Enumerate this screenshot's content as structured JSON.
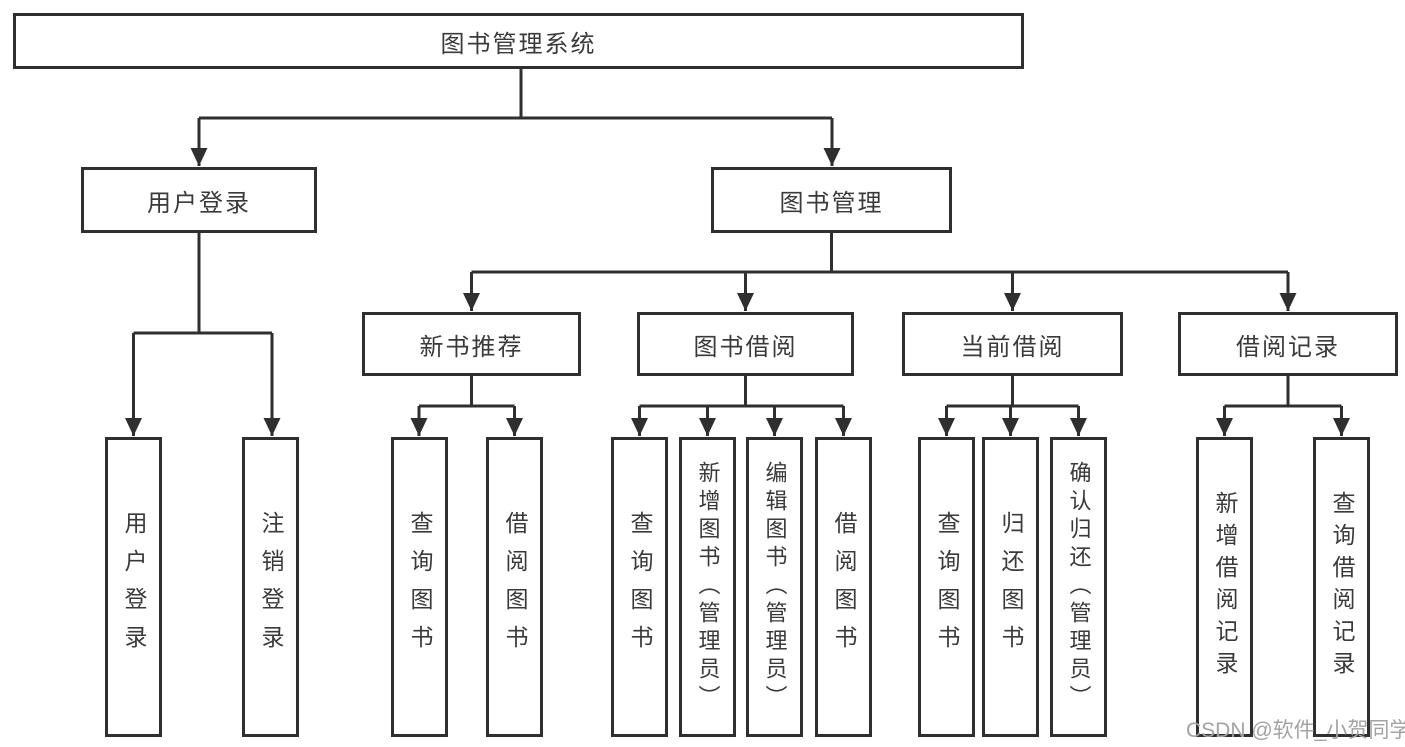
{
  "diagram": {
    "root": {
      "label": "图书管理系统"
    },
    "level2": [
      {
        "label": "用户登录",
        "parent": "图书管理系统"
      },
      {
        "label": "图书管理",
        "parent": "图书管理系统"
      }
    ],
    "level3": [
      {
        "label": "新书推荐",
        "parent": "图书管理"
      },
      {
        "label": "图书借阅",
        "parent": "图书管理"
      },
      {
        "label": "当前借阅",
        "parent": "图书管理"
      },
      {
        "label": "借阅记录",
        "parent": "图书管理"
      }
    ],
    "leaves": [
      {
        "label": "用户登录",
        "parent": "用户登录"
      },
      {
        "label": "注销登录",
        "parent": "用户登录"
      },
      {
        "label": "查询图书",
        "parent": "新书推荐"
      },
      {
        "label": "借阅图书",
        "parent": "新书推荐"
      },
      {
        "label": "查询图书",
        "parent": "图书借阅"
      },
      {
        "label": "新增图书（管理员）",
        "parent": "图书借阅"
      },
      {
        "label": "编辑图书（管理员）",
        "parent": "图书借阅"
      },
      {
        "label": "借阅图书",
        "parent": "图书借阅"
      },
      {
        "label": "查询图书",
        "parent": "当前借阅"
      },
      {
        "label": "归还图书",
        "parent": "当前借阅"
      },
      {
        "label": "确认归还（管理员）",
        "parent": "当前借阅"
      },
      {
        "label": "新增借阅记录",
        "parent": "借阅记录"
      },
      {
        "label": "查询借阅记录",
        "parent": "借阅记录"
      }
    ],
    "watermark": "CSDN @软件_小贺同学",
    "colors": {
      "line": "#2f2f2f",
      "box_border": "#2f2f2f",
      "text": "#3a3a3a",
      "watermark": "#a3a3a3",
      "background": "#ffffff"
    }
  }
}
